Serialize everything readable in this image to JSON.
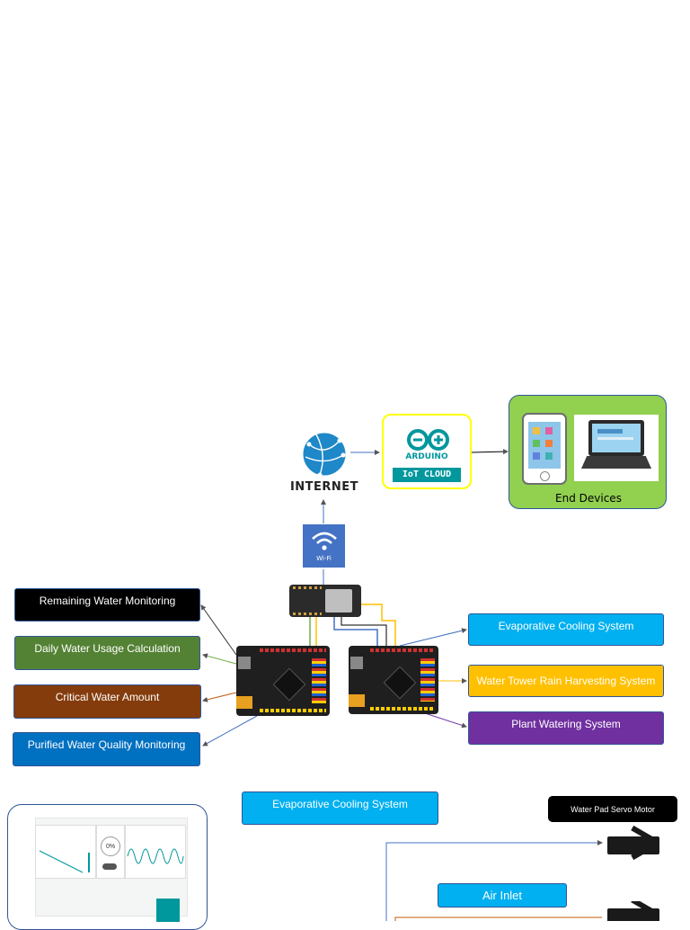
{
  "colors": {
    "black_box": "#000000",
    "green_box": "#548235",
    "brown_box": "#843c0c",
    "blue_dark_box": "#0070c0",
    "cyan_box": "#00b0f0",
    "yellow_box": "#ffc000",
    "purple_box": "#7030a0",
    "end_devices_bg": "#92d050",
    "cloud_border": "#ffff00",
    "arduino_teal": "#00979d"
  },
  "top": {
    "internet_label": "INTERNET",
    "wifi_label": "Wi-Fi",
    "arduino_label": "ARDUINO",
    "iot_cloud_label": "IoT CLOUD",
    "end_devices_label": "End Devices"
  },
  "left_outputs": [
    {
      "label": "Remaining Water Monitoring"
    },
    {
      "label": "Daily Water Usage Calculation"
    },
    {
      "label": "Critical Water Amount"
    },
    {
      "label": "Purified Water Quality Monitoring"
    }
  ],
  "right_outputs": [
    {
      "label": "Evaporative Cooling System"
    },
    {
      "label": "Water Tower Rain Harvesting System"
    },
    {
      "label": "Plant Watering System"
    }
  ],
  "bottom": {
    "evap_title": "Evaporative Cooling System",
    "servo_label": "Water Pad Servo Motor",
    "air_inlet_label": "Air Inlet",
    "dash_gauge": "0%"
  }
}
